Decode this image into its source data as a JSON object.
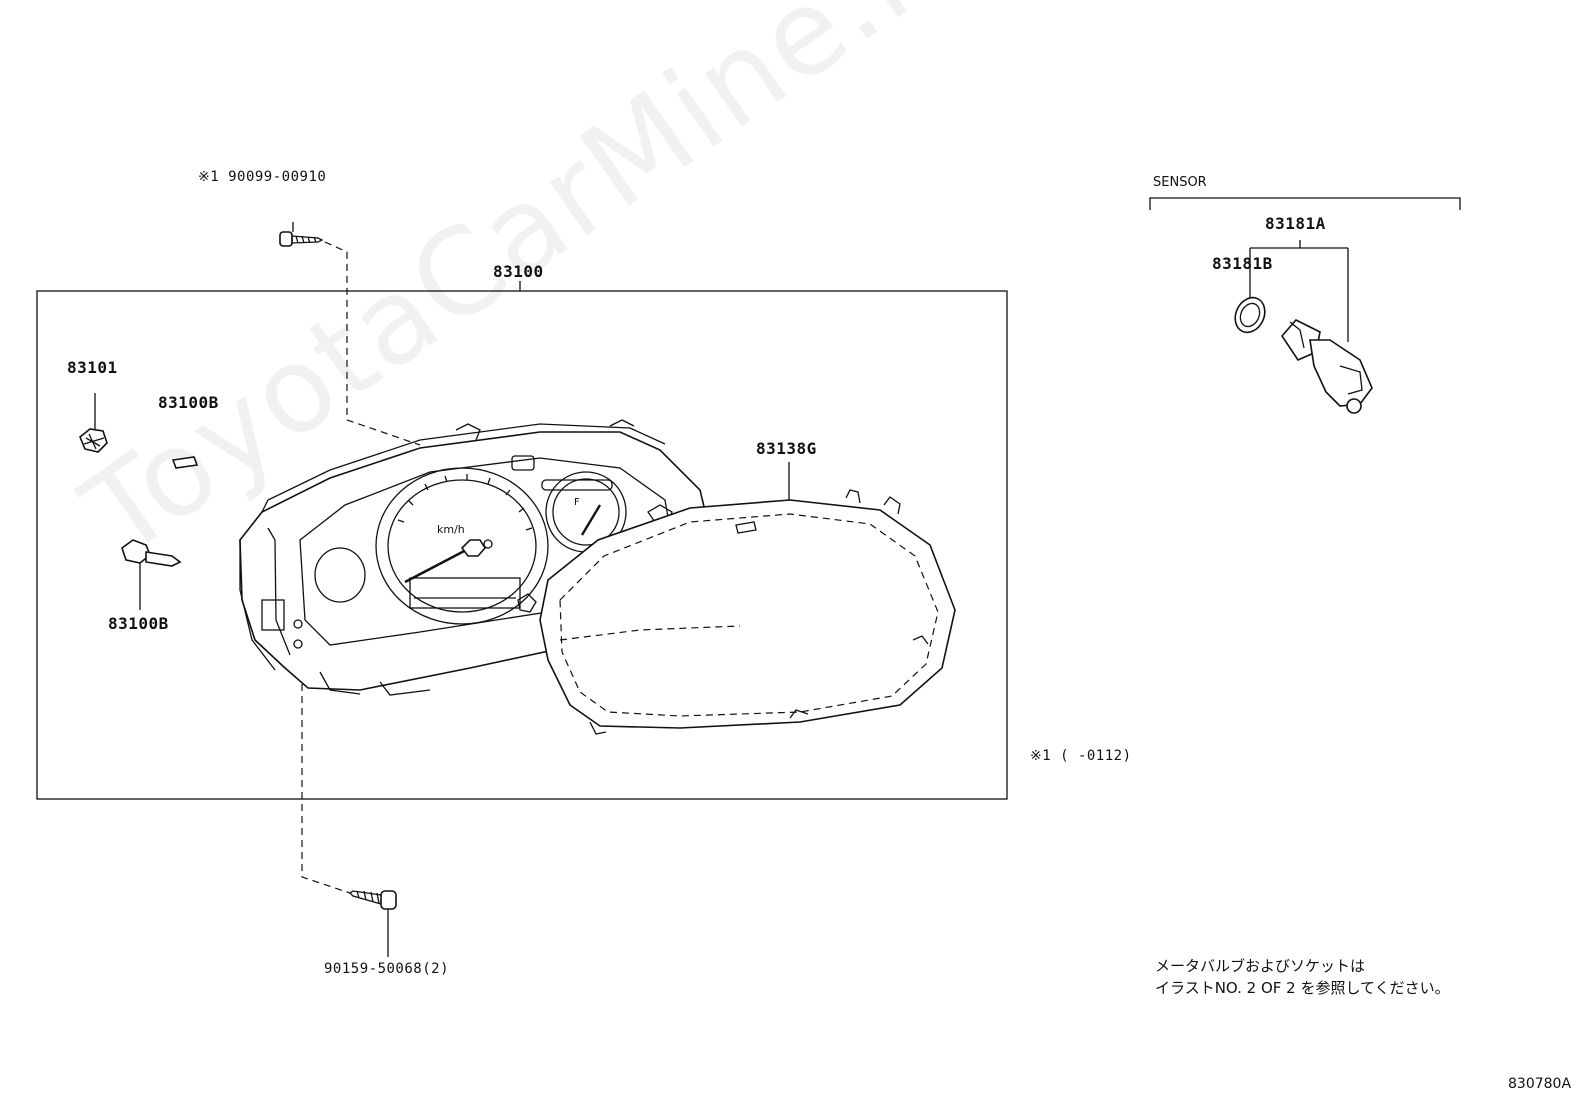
{
  "watermark": "ToyotaCarMine.ru",
  "labels": {
    "bolt_top": "※1 90099-00910",
    "meter_assembly": "83100",
    "clip": "83101",
    "socket_top": "83100B",
    "bulb_socket": "83100B",
    "glass": "83138G",
    "screw_bottom": "90159-50068(2)",
    "sensor_group": "SENSOR",
    "sensor": "83181A",
    "o_ring": "83181B",
    "footnote": "※1 (     -0112)"
  },
  "gauge_text": {
    "speed_unit": "km/h",
    "fuel_full": "F"
  },
  "note": {
    "line1": "メータバルブおよびソケットは",
    "line2": "イラストNO. 2  OF  2  を参照してください。"
  },
  "illustration_code": "830780A"
}
